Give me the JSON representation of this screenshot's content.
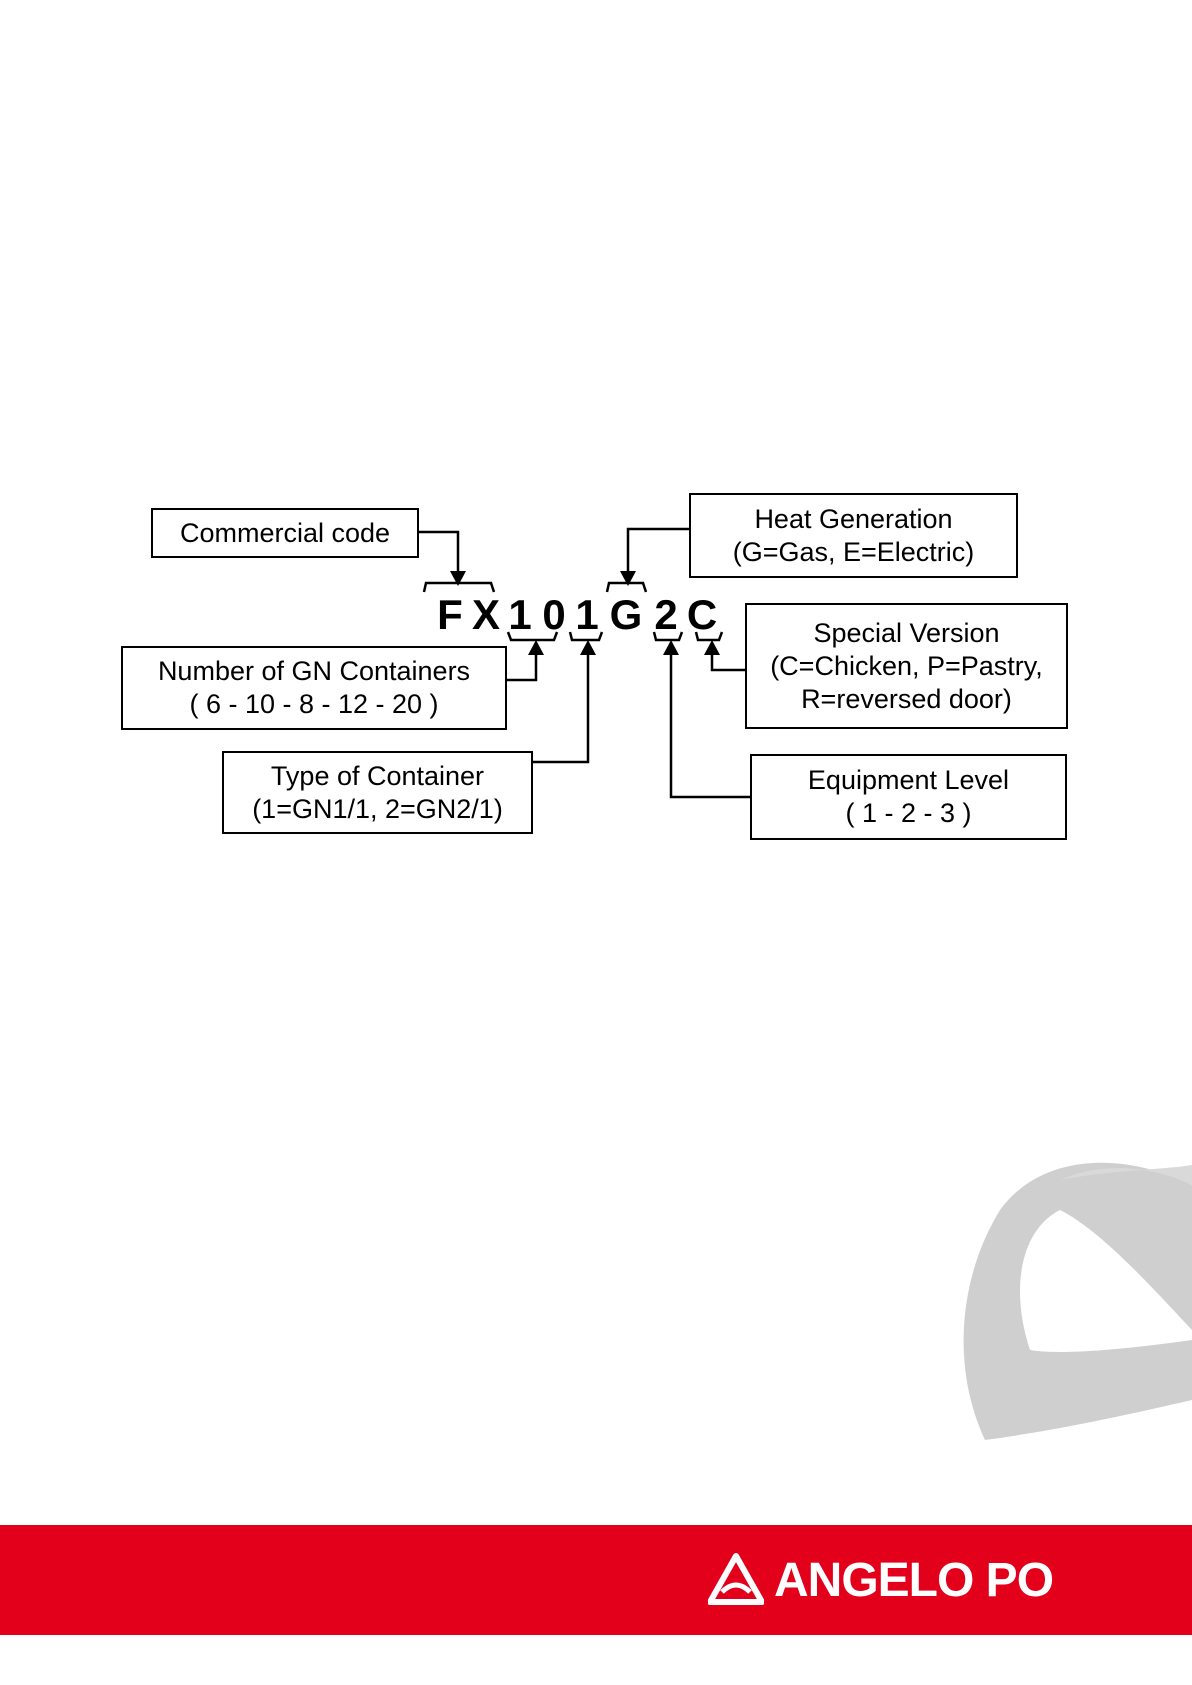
{
  "diagram": {
    "code_letters": [
      "F",
      "X",
      "1",
      "0",
      "1",
      "G",
      "2",
      "C"
    ],
    "labels": {
      "commercial_code": [
        "Commercial code"
      ],
      "heat_generation": [
        "Heat Generation",
        "(G=Gas, E=Electric)"
      ],
      "gn_containers": [
        "Number of GN Containers",
        "( 6 - 10 - 8 - 12 - 20 )"
      ],
      "special_version": [
        "Special Version",
        "(C=Chicken, P=Pastry,",
        "R=reversed door)"
      ],
      "container_type": [
        "Type of Container",
        "(1=GN1/1, 2=GN2/1)"
      ],
      "equipment_level": [
        "Equipment Level",
        "( 1 - 2 - 3 )"
      ]
    }
  },
  "branding": {
    "logo_text": "ANGELO PO",
    "band_color": "#e2001a",
    "watermark_color": "#cfcfcf"
  }
}
